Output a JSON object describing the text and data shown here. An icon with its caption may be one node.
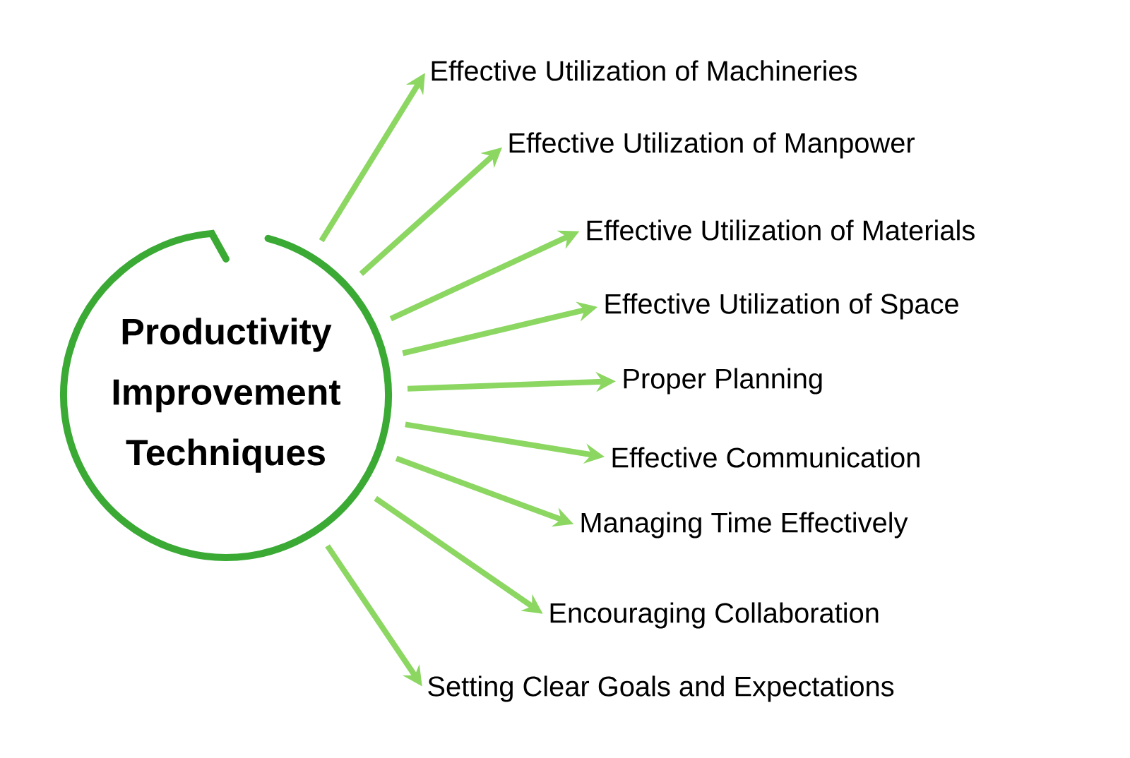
{
  "diagram": {
    "nodes": [
      {
        "text": [
          "Productivity Improvement Techniques"
        ]
      },
      {
        "text": [
          "Effective Utilization of Machineries"
        ]
      },
      {
        "text": [
          "Effective Utilization of Manpower"
        ]
      },
      {
        "text": [
          "Effective Utilization of Materials"
        ]
      },
      {
        "text": [
          "Effective Utilization of Space"
        ]
      },
      {
        "text": [
          "Proper Planning"
        ]
      },
      {
        "text": [
          "Effective Communication"
        ]
      },
      {
        "text": [
          "Managing Time Effectively"
        ]
      },
      {
        "text": [
          "Encouraging Collaboration"
        ]
      },
      {
        "text": [
          "Setting Clear Goals and Expectations"
        ]
      }
    ],
    "edges": [
      {
        "from": 0,
        "to": 1,
        "arrow": "to"
      },
      {
        "from": 0,
        "to": 2,
        "arrow": "to"
      },
      {
        "from": 0,
        "to": 3,
        "arrow": "to"
      },
      {
        "from": 0,
        "to": 4,
        "arrow": "to"
      },
      {
        "from": 0,
        "to": 5,
        "arrow": "to"
      },
      {
        "from": 0,
        "to": 6,
        "arrow": "to"
      },
      {
        "from": 0,
        "to": 7,
        "arrow": "to"
      },
      {
        "from": 0,
        "to": 8,
        "arrow": "to"
      },
      {
        "from": 0,
        "to": 9,
        "arrow": "to"
      }
    ]
  }
}
